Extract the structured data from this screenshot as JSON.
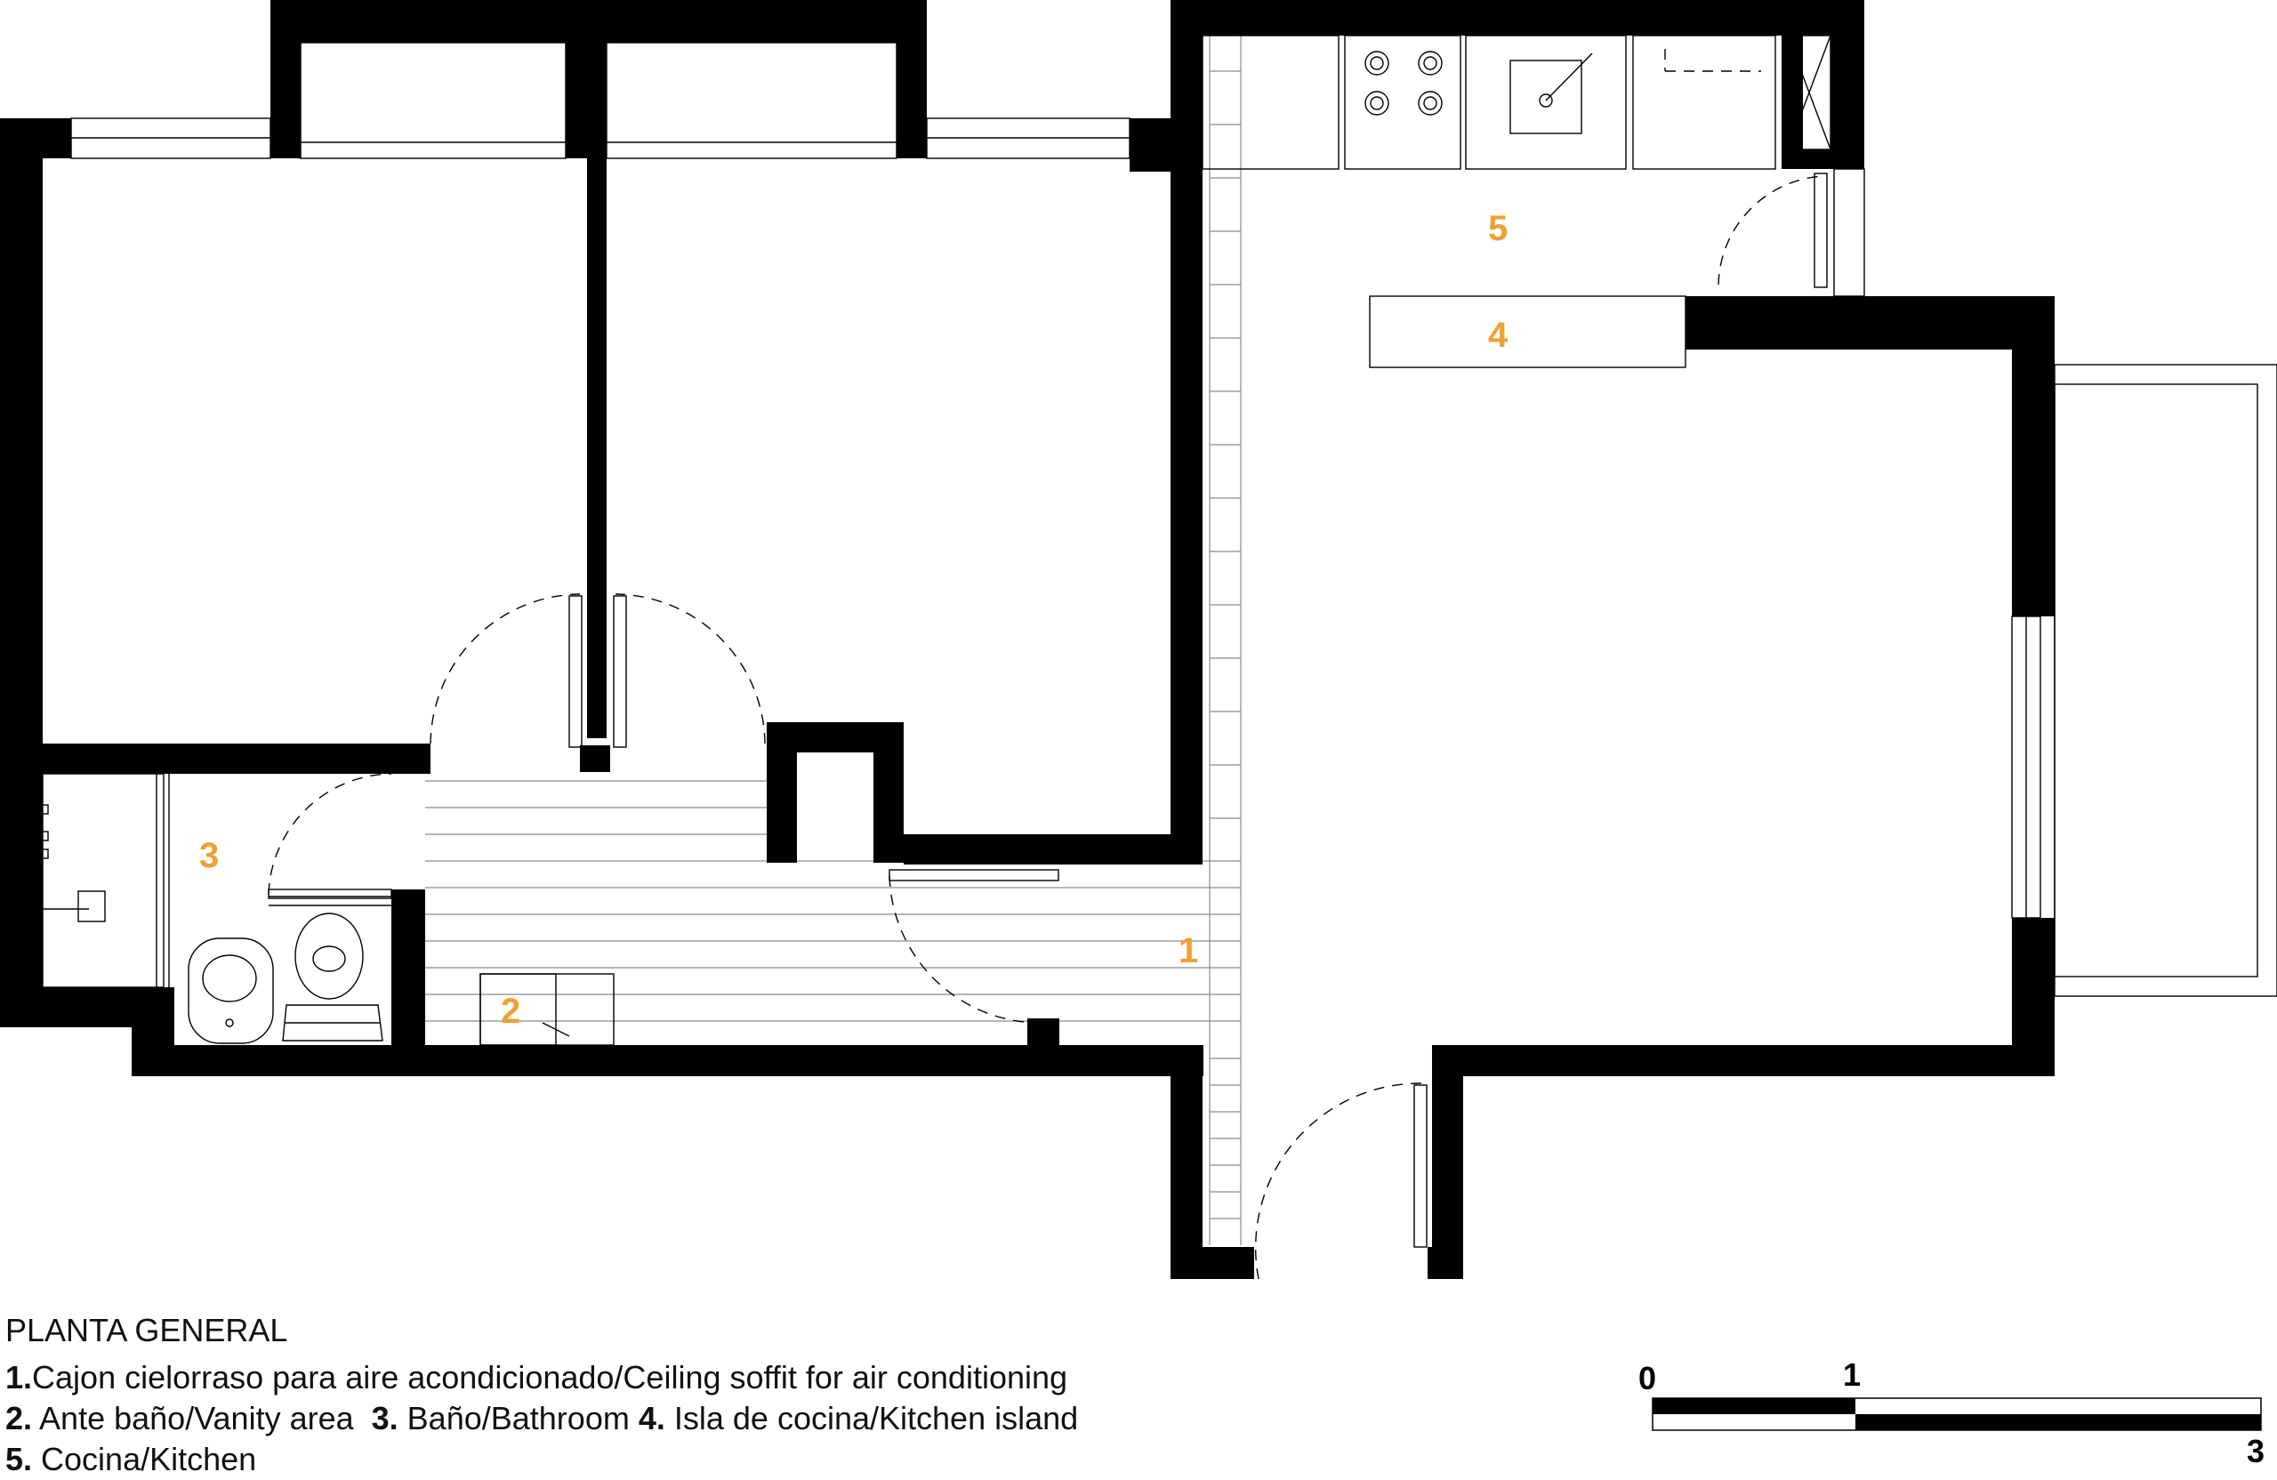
{
  "plan": {
    "title": "PLANTA GENERAL",
    "rooms": [
      {
        "id": "1",
        "label": "1"
      },
      {
        "id": "2",
        "label": "2"
      },
      {
        "id": "3",
        "label": "3"
      },
      {
        "id": "4",
        "label": "4"
      },
      {
        "id": "5",
        "label": "5"
      }
    ],
    "legend": {
      "line1": {
        "num": "1.",
        "text": "Cajon cielorraso para aire acondicionado/Ceiling soffit for air conditioning"
      },
      "line2": {
        "n2": "2.",
        "t2": " Ante baño/Vanity area  ",
        "n3": "3.",
        "t3": " Baño/Bathroom ",
        "n4": "4.",
        "t4": " Isla de cocina/Kitchen island"
      },
      "line3": {
        "num": "5.",
        "text": " Cocina/Kitchen"
      }
    },
    "scale": {
      "labels": [
        "0",
        "1",
        "3"
      ]
    },
    "colors": {
      "walls": "#000000",
      "numbers": "#f0a033",
      "background": "#ffffff"
    }
  }
}
